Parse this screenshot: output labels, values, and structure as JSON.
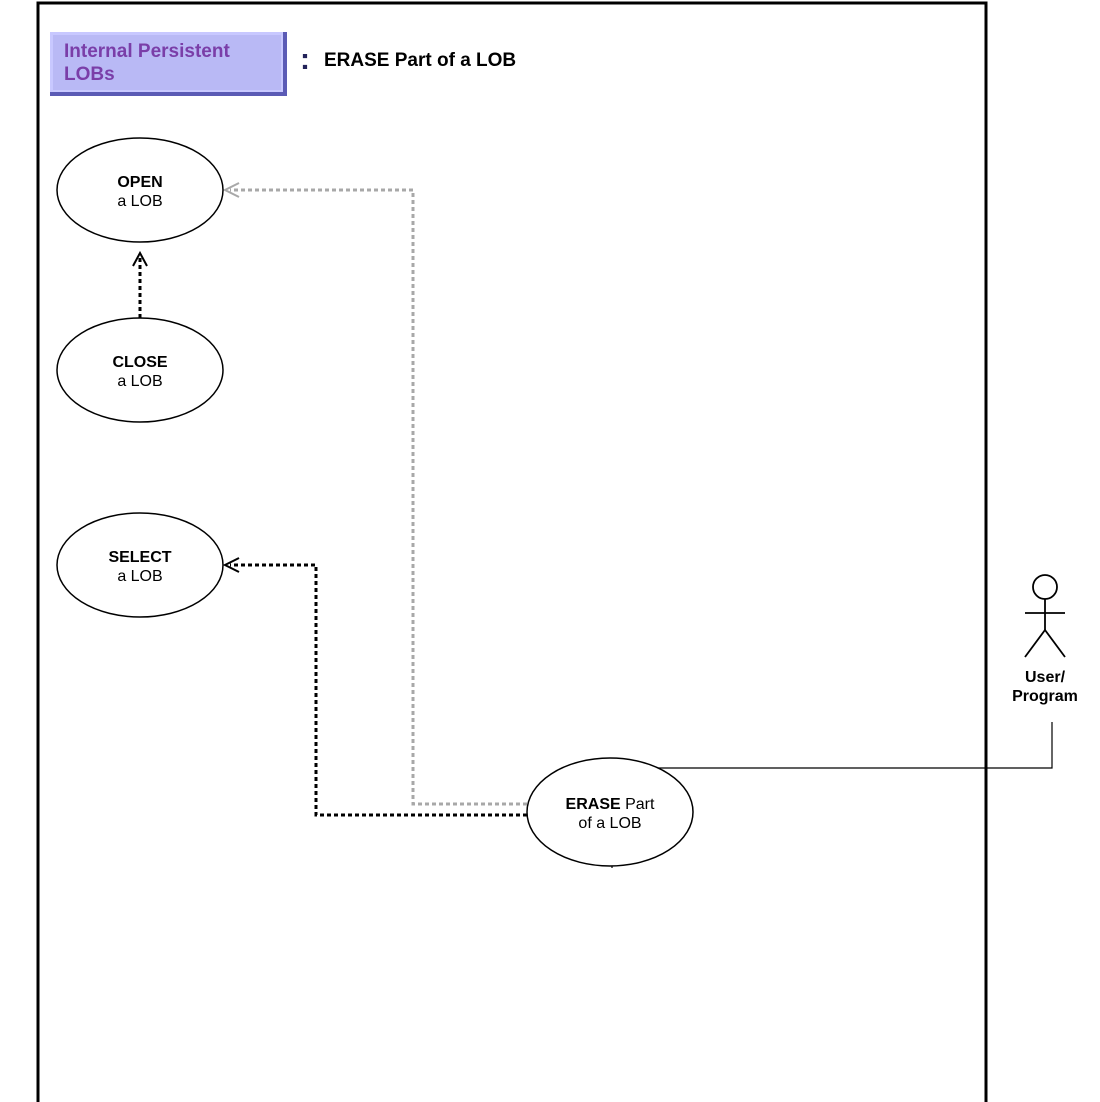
{
  "header": {
    "badge_line1": "Internal Persistent",
    "badge_line2": "LOBs",
    "colon": ":",
    "title": "ERASE Part of a LOB"
  },
  "use_cases": {
    "open": {
      "bold": "OPEN",
      "line2": "a LOB"
    },
    "close": {
      "bold": "CLOSE",
      "line2": "a LOB"
    },
    "select": {
      "bold": "SELECT",
      "line2": "a LOB"
    },
    "erase": {
      "bold": "ERASE",
      "line1_rest": " Part",
      "line2": "of a LOB"
    }
  },
  "actor": {
    "line1": "User/",
    "line2": "Program"
  },
  "colors": {
    "badge_text": "#7a3ea8",
    "badge_face": "#b9b9f5",
    "gray_dependency": "#a8a8a8",
    "black_dependency": "#000000"
  }
}
